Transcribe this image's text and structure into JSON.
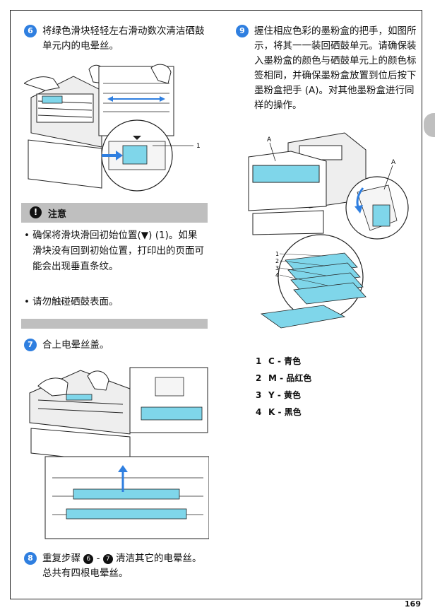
{
  "steps": {
    "step6": {
      "number": "6",
      "text": "将绿色滑块轻轻左右滑动数次清洁硒鼓单元内的电晕丝。"
    },
    "step7": {
      "number": "7",
      "text": "合上电晕丝盖。"
    },
    "step8": {
      "number": "8",
      "text_before": "重复步骤",
      "ref_a": "6",
      "dash": "-",
      "ref_b": "7",
      "text_after": "清洁其它的电晕丝。总共有四根电晕丝。"
    },
    "step9": {
      "number": "9",
      "text": "握住相应色彩的墨粉盒的把手，如图所示，将其一一装回硒鼓单元。请确保装入墨粉盒的颜色与硒鼓单元上的颜色标签相同，并确保墨粉盒放置到位后按下墨粉盒把手 (A)。对其他墨粉盒进行同样的操作。"
    }
  },
  "note": {
    "icon": "!",
    "title": "注意",
    "items": [
      "确保将滑块滑回初始位置(▼) (1)。如果滑块没有回到初始位置，打印出的页面可能会出现垂直条纹。",
      "请勿触碰硒鼓表面。"
    ],
    "bullet": "•"
  },
  "figure1": {
    "callout": "1"
  },
  "figure3": {
    "label_a_left": "A",
    "label_a_right": "A",
    "callouts": [
      "1",
      "2",
      "3",
      "4"
    ]
  },
  "legend": [
    {
      "num": "1",
      "text": "C - 青色"
    },
    {
      "num": "2",
      "text": "M - 品红色"
    },
    {
      "num": "3",
      "text": "Y - 黄色"
    },
    {
      "num": "4",
      "text": "K - 黑色"
    }
  ],
  "page_number": "169",
  "colors": {
    "accent_blue": "#2f7fe0",
    "cyan_part": "#7fd6ea",
    "note_gray": "#bfbfbf"
  }
}
